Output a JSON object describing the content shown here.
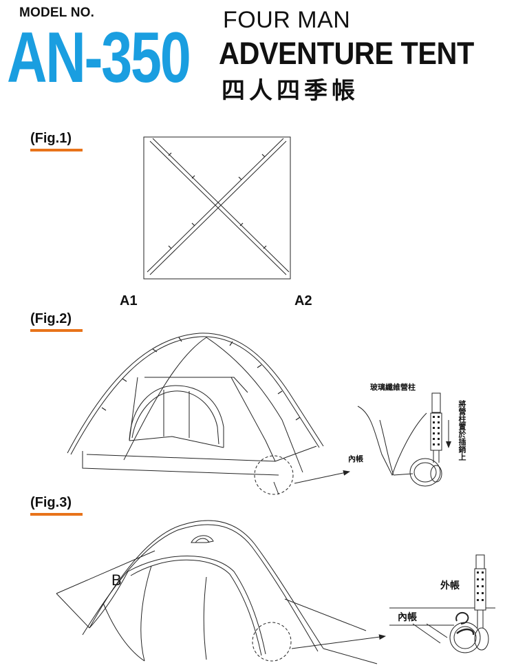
{
  "header": {
    "model_label": "MODEL NO.",
    "model_code": "AN-350",
    "title_line1": "FOUR MAN",
    "title_line2": "ADVENTURE TENT",
    "title_chinese": "四人四季帳"
  },
  "figures": [
    {
      "label": "(Fig.1)",
      "points": [
        "A1",
        "A2"
      ]
    },
    {
      "label": "(Fig.2)",
      "callouts": [
        "玻璃纖維營柱",
        "內帳",
        "將營柱置於插銷上"
      ]
    },
    {
      "label": "(Fig.3)",
      "points": [
        "B"
      ],
      "callouts": [
        "外帳",
        "內帳"
      ]
    }
  ],
  "colors": {
    "accent_blue": "#1a9ee0",
    "underline_orange": "#e8731a",
    "line": "#222222"
  }
}
